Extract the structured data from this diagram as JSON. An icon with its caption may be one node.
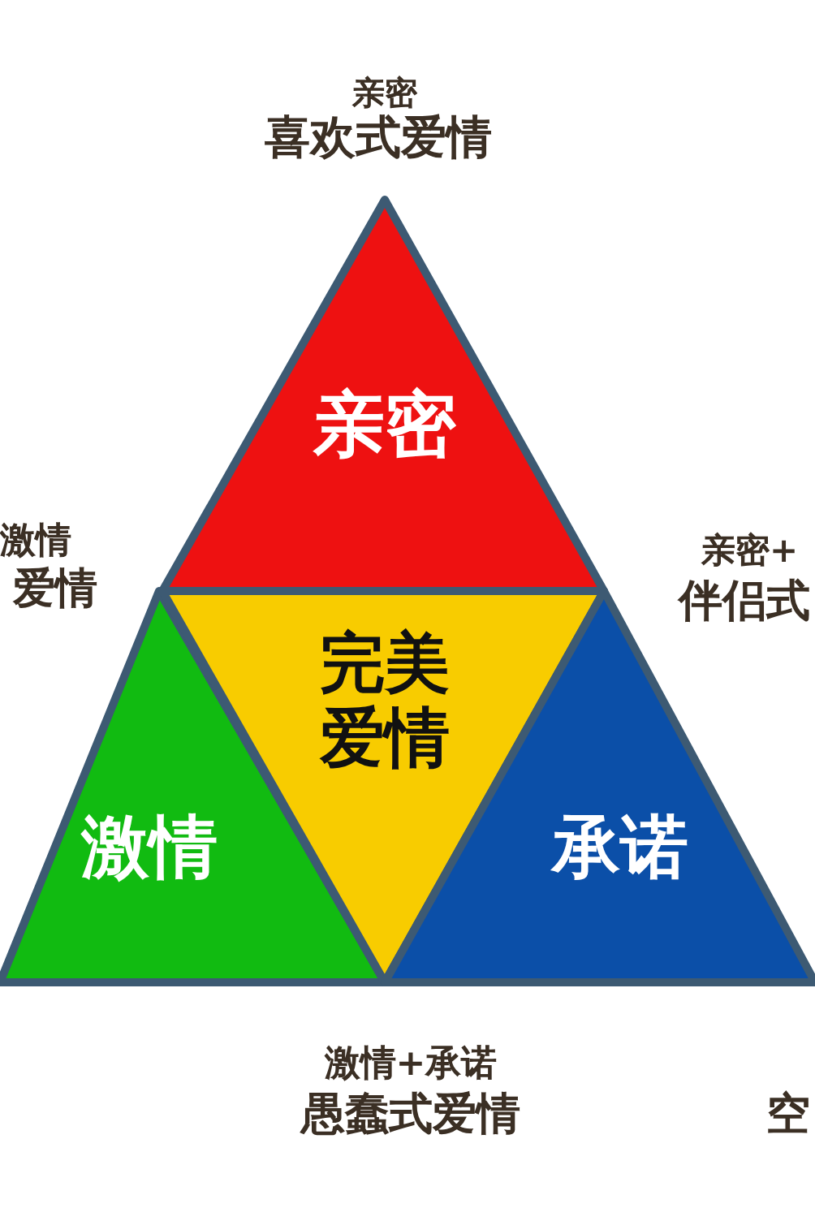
{
  "diagram": {
    "nodes": [
      {
        "text": [
          "亲密"
        ]
      },
      {
        "text": [
          "激情"
        ]
      },
      {
        "text": [
          "完美爱情"
        ]
      },
      {
        "text": [
          "承诺"
        ]
      }
    ],
    "labels": [
      "亲密",
      "喜欢式爱情",
      "激情",
      "爱情",
      "亲密+",
      "伴侣式",
      "激情+承诺",
      "愚蠢式爱情",
      "空"
    ]
  }
}
